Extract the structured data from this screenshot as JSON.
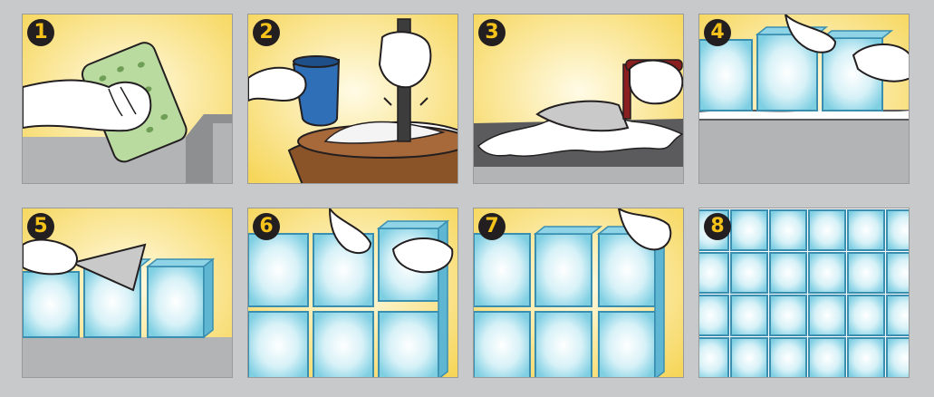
{
  "steps": [
    {
      "number": "1",
      "icon": "sponge-wet-wall-icon"
    },
    {
      "number": "2",
      "icon": "mixing-mortar-icon"
    },
    {
      "number": "3",
      "icon": "trowel-spread-mortar-icon"
    },
    {
      "number": "4",
      "icon": "place-first-row-blocks-icon"
    },
    {
      "number": "5",
      "icon": "trowel-between-blocks-icon"
    },
    {
      "number": "6",
      "icon": "stack-second-row-icon"
    },
    {
      "number": "7",
      "icon": "align-blocks-icon"
    },
    {
      "number": "8",
      "icon": "finished-glass-block-wall-icon"
    }
  ],
  "colors": {
    "background": "#c8c9cb",
    "panel_yellow": "#fbe27a",
    "badge_fill": "#231f20",
    "badge_text": "#f4c21a",
    "glass_block": "#bfe8f2",
    "skin": "#ffffff",
    "wall_grey": "#b3b4b6"
  }
}
